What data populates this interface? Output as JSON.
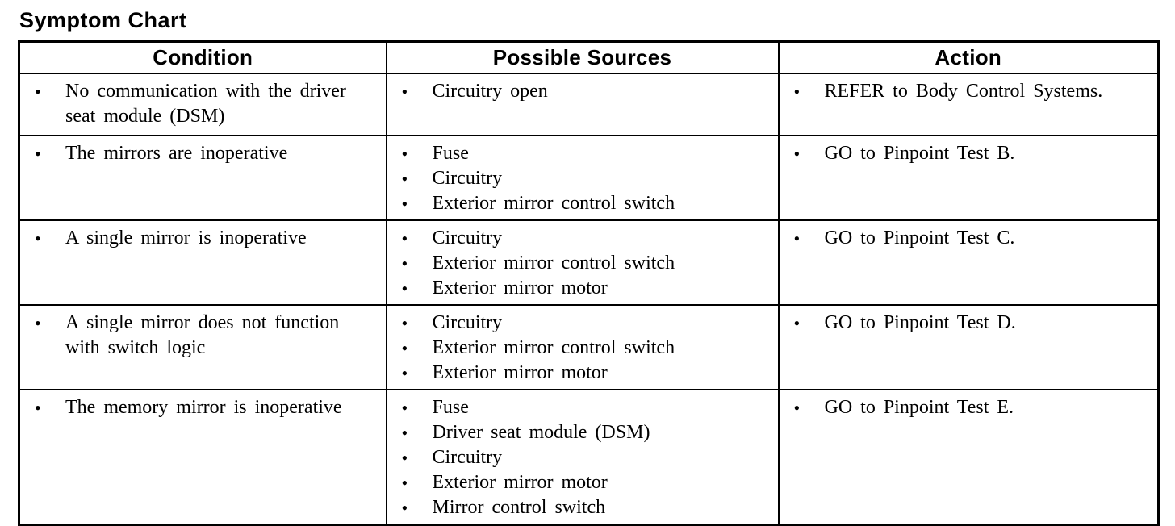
{
  "page_title": "Symptom Chart",
  "bullet_glyph": "•",
  "table": {
    "headers": [
      "Condition",
      "Possible Sources",
      "Action"
    ],
    "rows": [
      {
        "condition": [
          "No communication with the driver seat module (DSM)"
        ],
        "sources": [
          "Circuitry open"
        ],
        "action": [
          "REFER to Body Control Systems."
        ]
      },
      {
        "condition": [
          "The mirrors are inoperative"
        ],
        "sources": [
          "Fuse",
          "Circuitry",
          "Exterior mirror control switch"
        ],
        "action": [
          "GO to Pinpoint Test B."
        ]
      },
      {
        "condition": [
          "A single mirror is inoperative"
        ],
        "sources": [
          "Circuitry",
          "Exterior mirror control switch",
          "Exterior mirror motor"
        ],
        "action": [
          "GO to Pinpoint Test C."
        ]
      },
      {
        "condition": [
          "A single mirror does not function with switch logic"
        ],
        "sources": [
          "Circuitry",
          "Exterior mirror control switch",
          "Exterior mirror motor"
        ],
        "action": [
          "GO to Pinpoint Test D."
        ]
      },
      {
        "condition": [
          "The memory mirror is inoperative"
        ],
        "sources": [
          "Fuse",
          "Driver seat module (DSM)",
          "Circuitry",
          "Exterior mirror motor",
          "Mirror control switch"
        ],
        "action": [
          "GO to Pinpoint Test E."
        ]
      }
    ]
  }
}
